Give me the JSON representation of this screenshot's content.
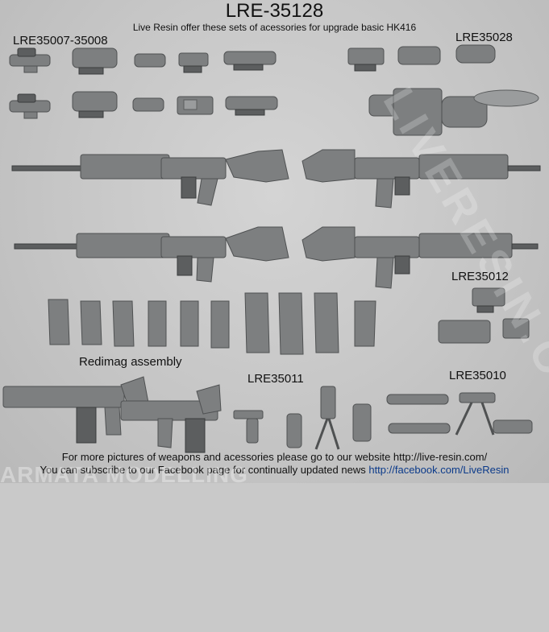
{
  "header": {
    "title": "LRE-35128",
    "subtitle": "Live Resin offer these sets of acessories for upgrade basic HK416"
  },
  "labels": {
    "optics_set": "LRE35007-35008",
    "night_vision_set": "LRE35028",
    "laser_set": "LRE35012",
    "redimag": "Redimag assembly",
    "grips_set": "LRE35011",
    "lights_bipod_set": "LRE35010"
  },
  "footer": {
    "line1": "For more pictures of weapons and acessories please go to our website http://live-resin.com/",
    "line2_text": "You can subscribe to our Facebook page for continually updated news",
    "line2_link": "http://facebook.com/LiveResin"
  },
  "watermark": {
    "diagonal": "LIVERESIN.COM",
    "bottom": "ARMATA MODELLING"
  }
}
